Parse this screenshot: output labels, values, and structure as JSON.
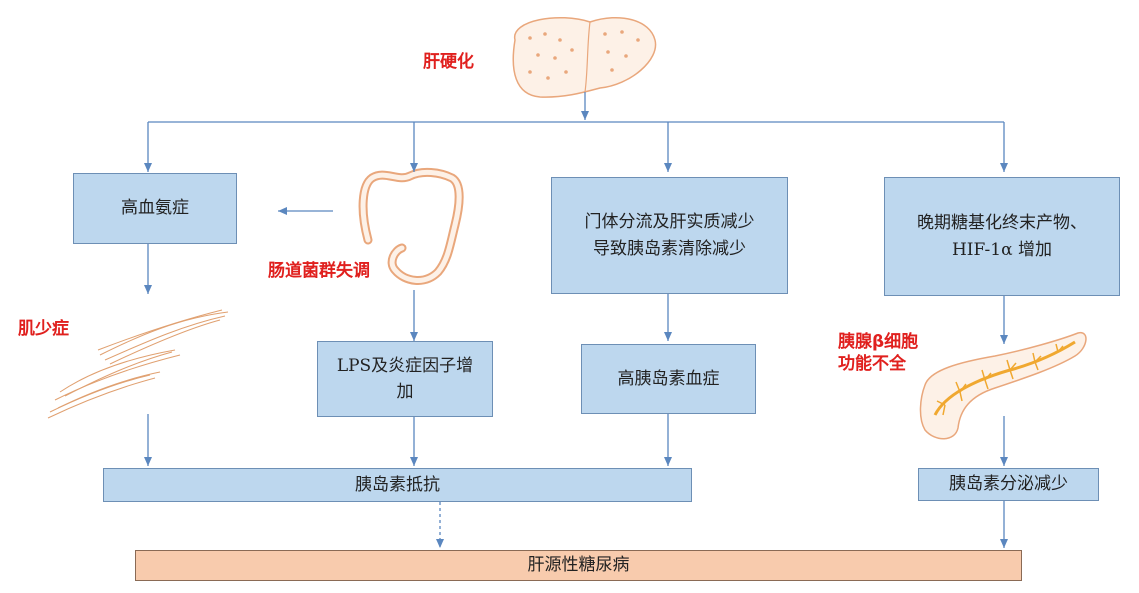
{
  "labels": {
    "cirrhosis": "肝硬化",
    "dysbiosis": "肠道菌群失调",
    "sarcopenia": "肌少症",
    "beta_cell_line1": "胰腺β细胞",
    "beta_cell_line2": "功能不全"
  },
  "boxes": {
    "hyperammonemia": "高血氨症",
    "portal_shunt_line1": "门体分流及肝实质减少",
    "portal_shunt_line2": "导致胰岛素清除减少",
    "age_hif_line1": "晚期糖基化终末产物、",
    "age_hif_line2": "HIF-1α 增加",
    "lps_line1": "LPS及炎症因子增",
    "lps_line2": "加",
    "hyperinsulinemia": "高胰岛素血症",
    "insulin_resistance": "胰岛素抵抗",
    "insulin_secretion_decrease": "胰岛素分泌减少",
    "hepatogenous_diabetes": "肝源性糖尿病"
  },
  "colors": {
    "box_fill": "#bdd7ee",
    "final_fill": "#f8cbad",
    "label_red": "#e0201e",
    "arrow": "#5b87bf",
    "organ_stroke": "#e9a77c",
    "organ_fill": "#fdf1e7",
    "duct": "#f0a830"
  },
  "icons": [
    "liver-icon",
    "intestine-icon",
    "muscle-icon",
    "pancreas-icon"
  ]
}
